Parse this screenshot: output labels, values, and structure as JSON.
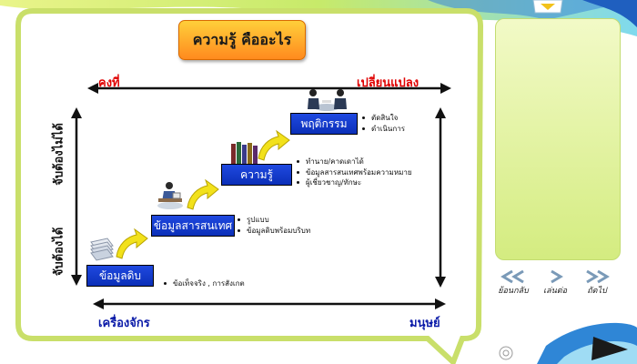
{
  "title": "ความรู้ คืออะไร",
  "axis": {
    "top_left": "คงที่",
    "top_right": "เปลี่ยนแปลง",
    "bottom_left": "เครื่องจักร",
    "bottom_right": "มนุษย์",
    "left_upper": "จับต้องไม่ได้",
    "left_lower": "จับต้องได้"
  },
  "steps": [
    {
      "label": "ข้อมูลดิบ",
      "bullets": [
        "ข้อเท็จจริง , การสังเกต"
      ]
    },
    {
      "label": "ข้อมูลสารสนเทศ",
      "bullets": [
        "รูปแบบ",
        "ข้อมูลดิบพร้อมบริบท"
      ]
    },
    {
      "label": "ความรู้",
      "bullets": [
        "ทำนาย/คาดเดาได้",
        "ข้อมูลสารสนเทศพร้อมความหมาย",
        "ผู้เชี่ยวชาญ/ทักษะ"
      ]
    },
    {
      "label": "พฤติกรรม",
      "bullets": [
        "ตัดสินใจ",
        "ดำเนินการ"
      ]
    }
  ],
  "nav": {
    "back": "ย้อนกลับ",
    "play": "เล่นต่อ",
    "next": "ถัดไป"
  },
  "colors": {
    "accent_red": "#e00000",
    "axis_blue": "#0a1aa8",
    "step_blue": "#1a3fd8",
    "arrow_yellow": "#f2e11b",
    "panel_green": "#d9f08a"
  }
}
